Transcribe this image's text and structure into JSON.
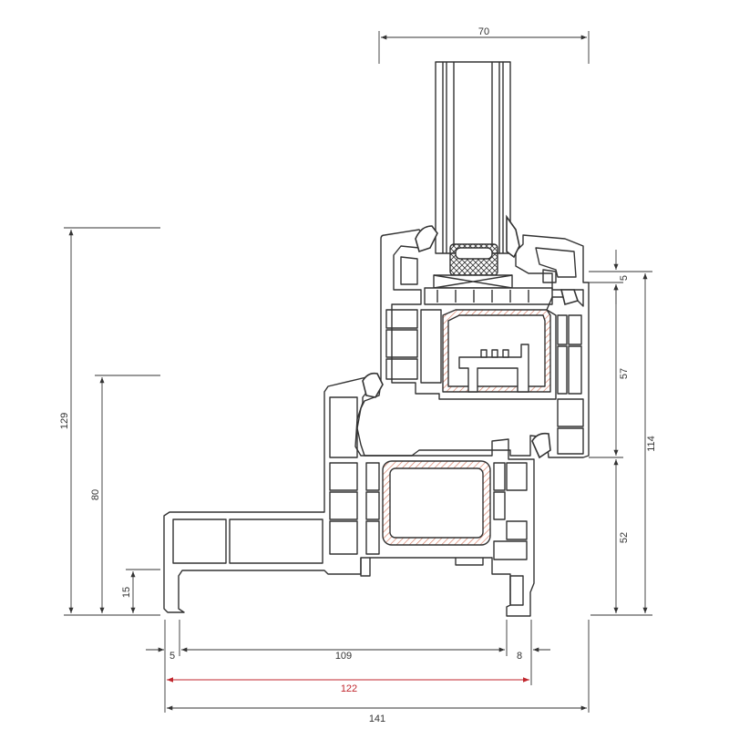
{
  "dimensions": {
    "glass_width": "70",
    "height_total_left": "129",
    "height_sash_left": "80",
    "height_sill_left": "15",
    "gap_top_right": "5",
    "height_upper_right": "57",
    "height_lower_right": "52",
    "height_frame_right": "114",
    "bottom_left_offset": "5",
    "bottom_middle": "109",
    "bottom_right_offset": "8",
    "bottom_red": "122",
    "bottom_total": "141"
  },
  "colors": {
    "line": "#333333",
    "accent": "#c0262d",
    "hatch": "#d9826a",
    "gasket": "#333333"
  }
}
